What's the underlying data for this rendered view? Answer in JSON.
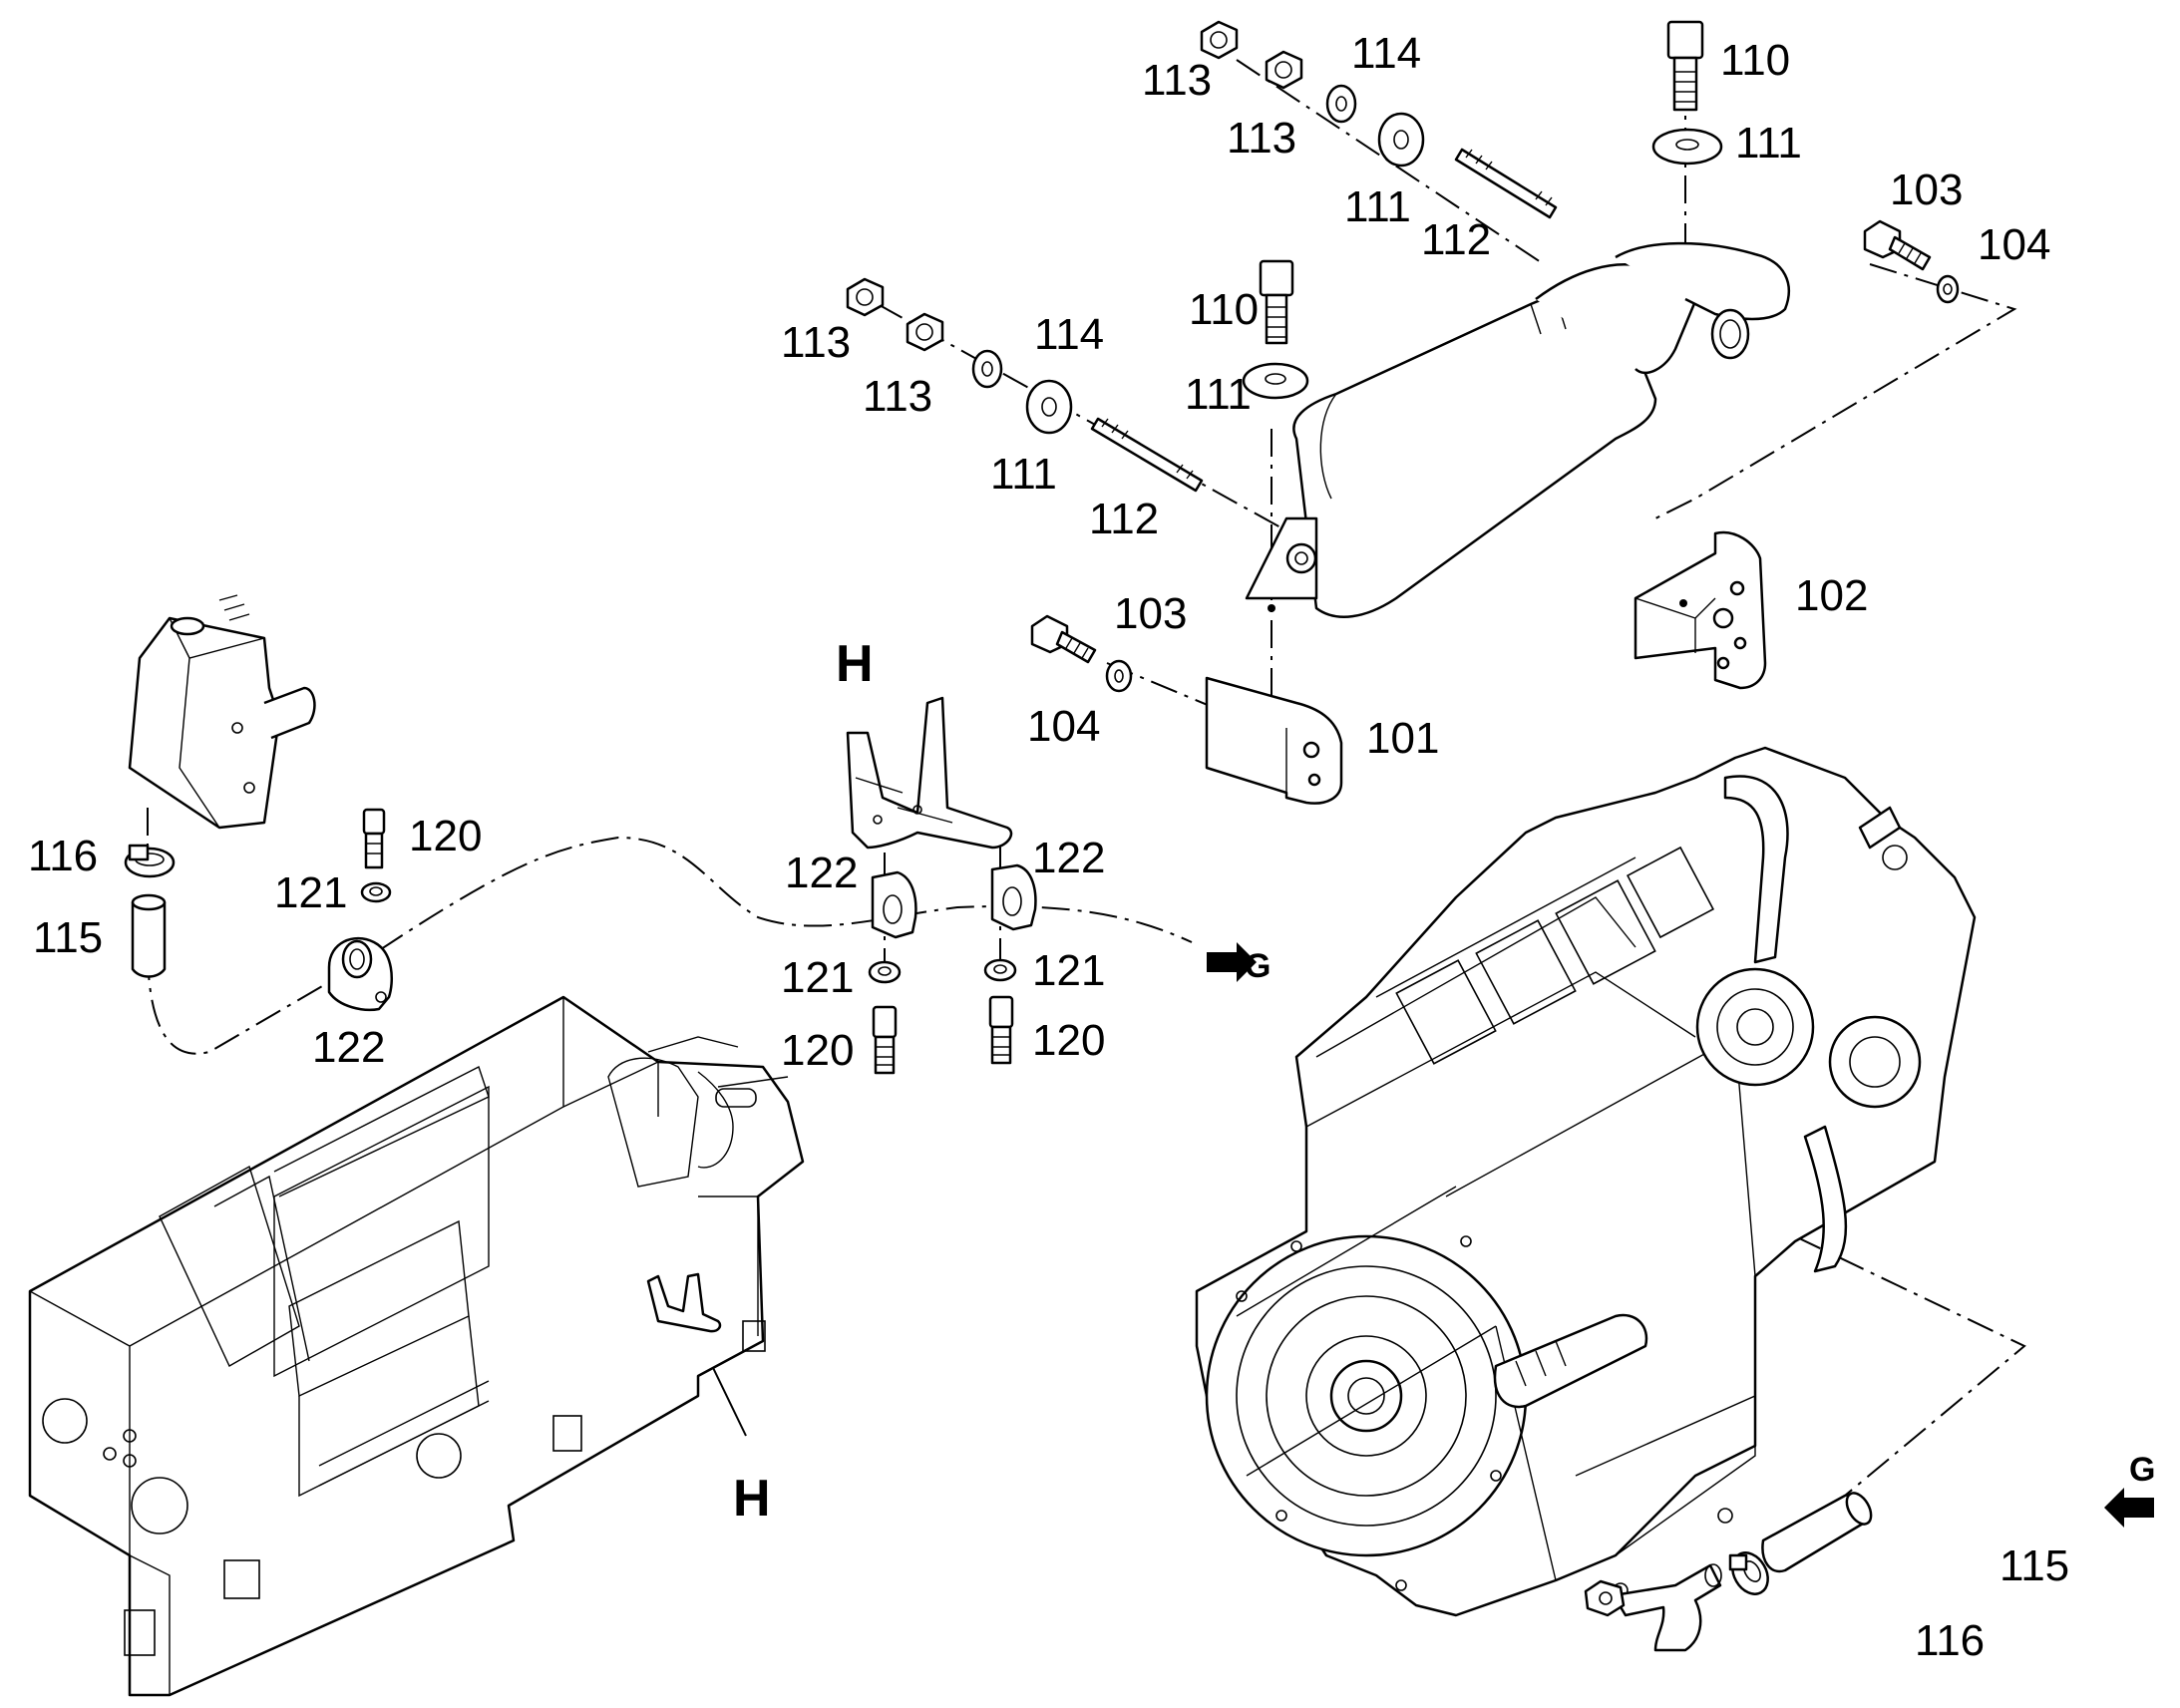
{
  "callouts": [
    {
      "id": "c113a",
      "text": "113"
    },
    {
      "id": "c114a",
      "text": "114"
    },
    {
      "id": "c113b",
      "text": "113"
    },
    {
      "id": "c111a",
      "text": "111"
    },
    {
      "id": "c112a",
      "text": "112"
    },
    {
      "id": "c110a",
      "text": "110"
    },
    {
      "id": "c111b",
      "text": "111"
    },
    {
      "id": "c103a",
      "text": "103"
    },
    {
      "id": "c104a",
      "text": "104"
    },
    {
      "id": "c113c",
      "text": "113"
    },
    {
      "id": "c114b",
      "text": "114"
    },
    {
      "id": "c113d",
      "text": "113"
    },
    {
      "id": "c110b",
      "text": "110"
    },
    {
      "id": "c111c",
      "text": "111"
    },
    {
      "id": "c111d",
      "text": "111"
    },
    {
      "id": "c112b",
      "text": "112"
    },
    {
      "id": "c102",
      "text": "102"
    },
    {
      "id": "c103b",
      "text": "103"
    },
    {
      "id": "c104b",
      "text": "104"
    },
    {
      "id": "c101",
      "text": "101"
    },
    {
      "id": "c116a",
      "text": "116"
    },
    {
      "id": "c115a",
      "text": "115"
    },
    {
      "id": "c120a",
      "text": "120"
    },
    {
      "id": "c121a",
      "text": "121"
    },
    {
      "id": "c122a",
      "text": "122"
    },
    {
      "id": "c122b",
      "text": "122"
    },
    {
      "id": "c122c",
      "text": "122"
    },
    {
      "id": "c121b",
      "text": "121"
    },
    {
      "id": "c121c",
      "text": "121"
    },
    {
      "id": "c120b",
      "text": "120"
    },
    {
      "id": "c120c",
      "text": "120"
    },
    {
      "id": "c115b",
      "text": "115"
    },
    {
      "id": "c116b",
      "text": "116"
    }
  ],
  "view_labels": {
    "detail_top": "H",
    "detail_bottom": "H"
  },
  "arrow_labels": {
    "g_left": "G",
    "g_right": "G"
  }
}
